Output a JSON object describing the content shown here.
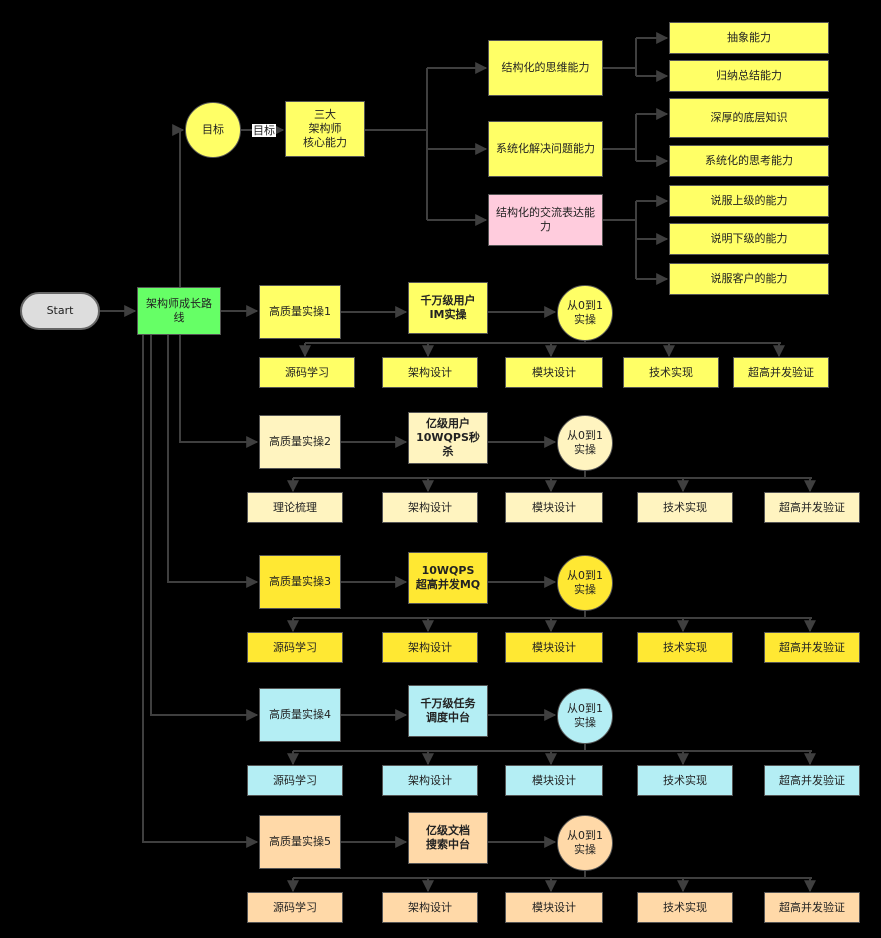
{
  "colors": {
    "line": "#3f3f3f",
    "bg": "#000000",
    "yellow": "#ffff66",
    "green": "#66ff66",
    "pink": "#ffccdd",
    "gray": "#dddddd",
    "row1": "#ffff66",
    "row2": "#fff4c0",
    "row3": "#ffe833",
    "row4": "#b4eef4",
    "row5": "#ffd9a8"
  },
  "start": "Start",
  "root": "架构师成长路\n线",
  "goal": {
    "circle": "目标",
    "edge_label": "目标",
    "core": "三大\n架构师\n核心能力"
  },
  "abilities": [
    {
      "label": "结构化的思维能力",
      "children": [
        "抽象能力",
        "归纳总结能力"
      ]
    },
    {
      "label": "系统化解决问题能力",
      "children": [
        "深厚的底层知识",
        "系统化的思考能力"
      ]
    },
    {
      "label": "结构化的交流表达能\n力",
      "children": [
        "说服上级的能力",
        "说明下级的能力",
        "说服客户的能力"
      ]
    }
  ],
  "practices": [
    {
      "name": "高质量实操1",
      "project": "千万级用户\nIM实操",
      "goal": "从0到1\n实操",
      "steps": [
        "源码学习",
        "架构设计",
        "模块设计",
        "技术实现",
        "超高并发验证"
      ]
    },
    {
      "name": "高质量实操2",
      "project": "亿级用户\n10WQPS秒杀",
      "goal": "从0到1\n实操",
      "steps": [
        "理论梳理",
        "架构设计",
        "模块设计",
        "技术实现",
        "超高并发验证"
      ]
    },
    {
      "name": "高质量实操3",
      "project": "10WQPS\n超高并发MQ",
      "goal": "从0到1\n实操",
      "steps": [
        "源码学习",
        "架构设计",
        "模块设计",
        "技术实现",
        "超高并发验证"
      ]
    },
    {
      "name": "高质量实操4",
      "project": "千万级任务\n调度中台",
      "goal": "从0到1\n实操",
      "steps": [
        "源码学习",
        "架构设计",
        "模块设计",
        "技术实现",
        "超高并发验证"
      ]
    },
    {
      "name": "高质量实操5",
      "project": "亿级文档\n搜索中台",
      "goal": "从0到1\n实操",
      "steps": [
        "源码学习",
        "架构设计",
        "模块设计",
        "技术实现",
        "超高并发验证"
      ]
    }
  ]
}
